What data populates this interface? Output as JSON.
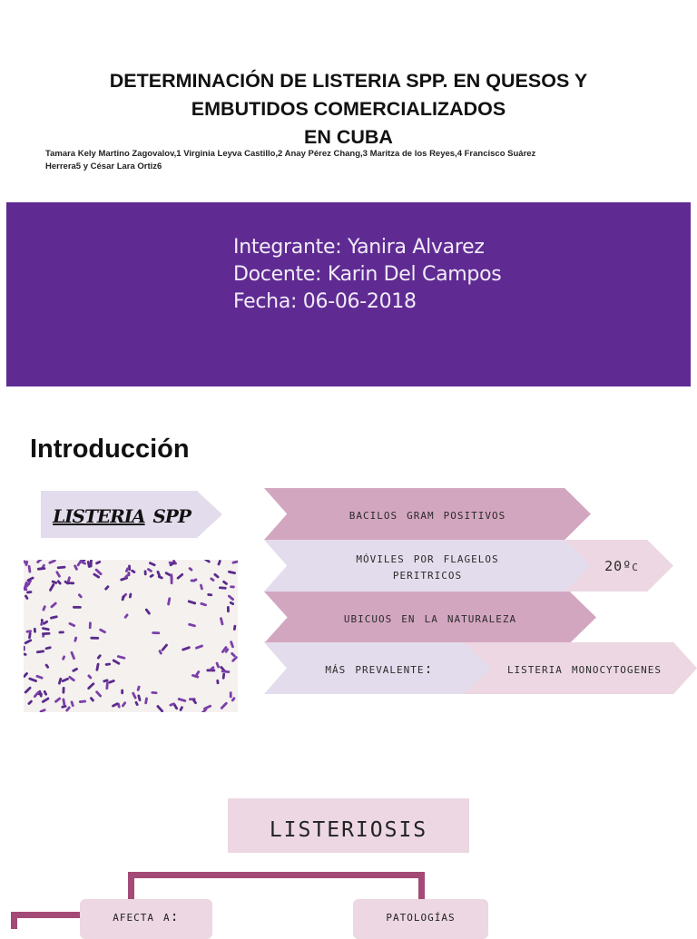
{
  "header": {
    "title_line1": "DETERMINACIÓN DE LISTERIA SPP. EN QUESOS Y",
    "title_line2": "EMBUTIDOS COMERCIALIZADOS",
    "title_line3": "EN CUBA",
    "authors_line1": "Tamara Kely Martino Zagovalov,1 Virginia Leyva Castillo,2 Anay Pérez Chang,3 Maritza de los Reyes,4 Francisco Suárez",
    "authors_line2": "Herrera5 y César Lara Ortiz6"
  },
  "banner": {
    "color": "#5f2b93",
    "integrante": "Integrante: Yanira Alvarez",
    "docente": "Docente: Karin Del Campos",
    "fecha": "Fecha: 06-06-2018"
  },
  "intro": {
    "heading": "Introducción",
    "tag_word": "Listeria",
    "tag_suffix": "Spp",
    "items": {
      "bacilos": "Bacilos Gram positivos",
      "moviles": "Móviles por flagelos peritricos",
      "temp": "20ºC",
      "ubicuos": "Ubicuos en la naturaleza",
      "prevalente": "Más prevalente:",
      "especie": "Listeria monocytogenes"
    },
    "image": "micrograph-purple-bacilli"
  },
  "listeriosis": {
    "title": "Listeriosis",
    "afecta": "Afecta a:",
    "patologias": "Patologías"
  },
  "colors": {
    "arrow_pink": "#d3a6c0",
    "arrow_lavender": "#e3dcec",
    "arrow_light_pink": "#ecd7e2",
    "connector": "#a34b76"
  }
}
